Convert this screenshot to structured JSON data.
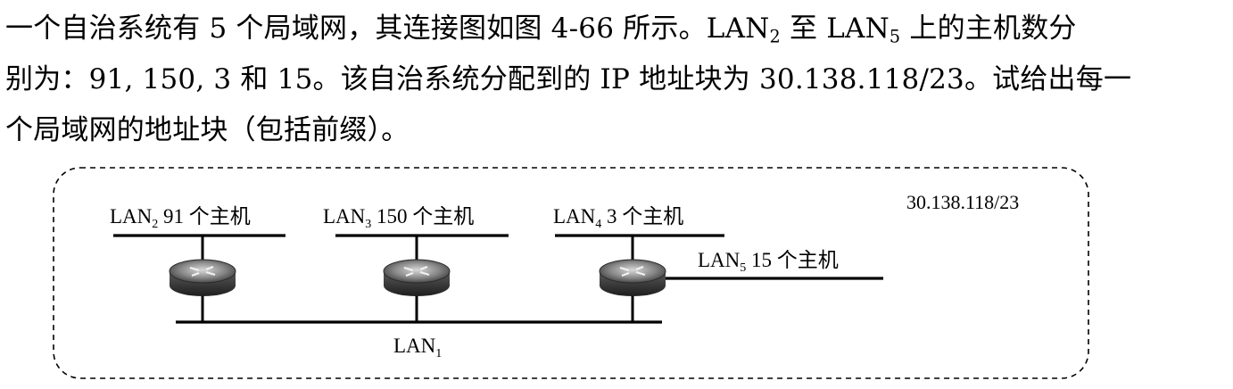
{
  "question": {
    "line1_a": "一个自治系统有 5 个局域网，其连接图如图 4-66 所示。LAN",
    "line1_sub2": "2",
    "line1_b": " 至 LAN",
    "line1_sub5": "5",
    "line1_c": " 上的主机数分",
    "line2": "别为：91, 150, 3 和 15。该自治系统分配到的 IP 地址块为 30.138.118/23。试给出每一",
    "line3": "个局域网的地址块（包括前缀）。"
  },
  "figure": {
    "as_prefix": "30.138.118/23",
    "lans": [
      {
        "name": "LAN",
        "sub": "1",
        "hosts_text": ""
      },
      {
        "name": "LAN",
        "sub": "2",
        "hosts_text": "91 个主机"
      },
      {
        "name": "LAN",
        "sub": "3",
        "hosts_text": "150 个主机"
      },
      {
        "name": "LAN",
        "sub": "4",
        "hosts_text": "3 个主机"
      },
      {
        "name": "LAN",
        "sub": "5",
        "hosts_text": "15 个主机"
      }
    ],
    "routers": [
      {
        "label": "router"
      },
      {
        "label": "router"
      },
      {
        "label": "router"
      }
    ]
  }
}
